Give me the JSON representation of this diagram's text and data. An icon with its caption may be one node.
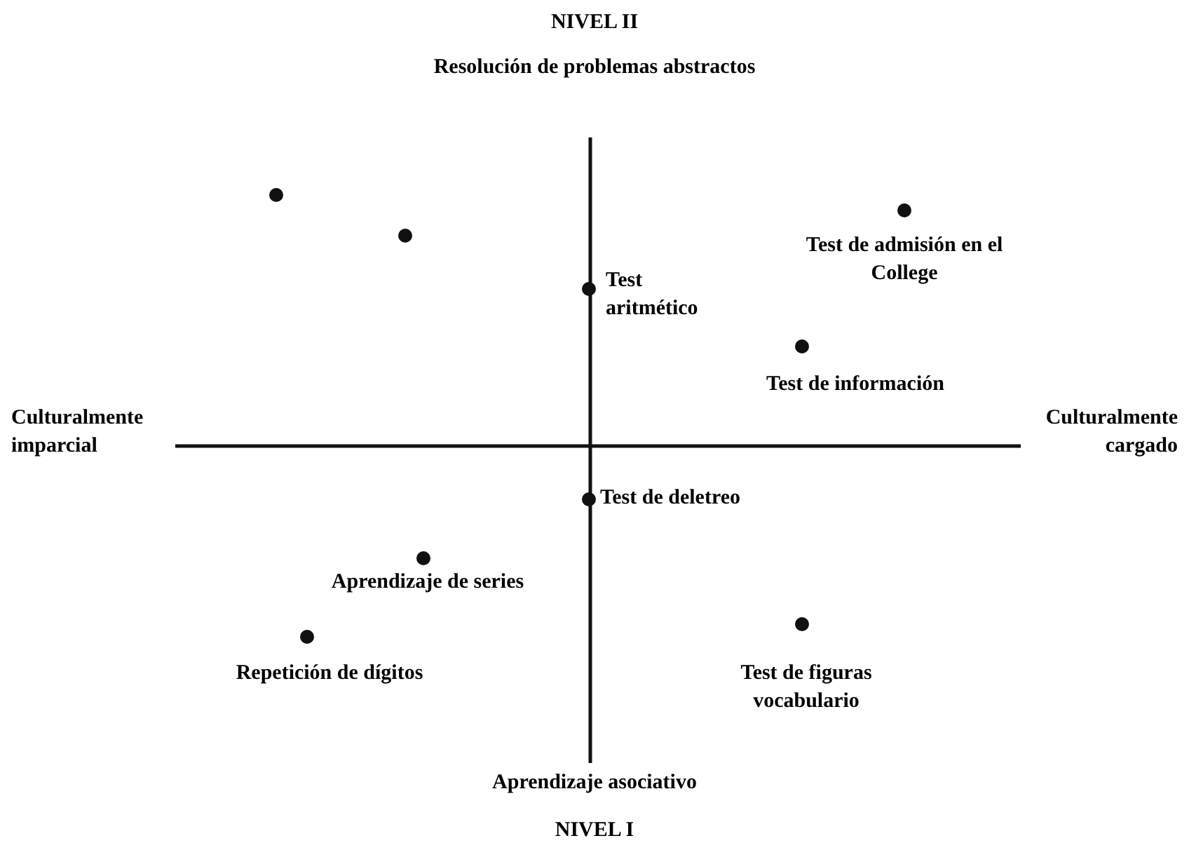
{
  "diagram": {
    "labels": [
      "NIVEL II",
      "Resolución de problemas abstractos",
      "Test de admisión en el College",
      "Test aritmético",
      "Test de información",
      "Culturalmente imparcial",
      "Culturalmente cargado",
      "Test de deletreo",
      "Aprendizaje de series",
      "Repetición de dígitos",
      "Test de figuras vocabulario",
      "Aprendizaje asociativo",
      "NIVEL I"
    ]
  }
}
